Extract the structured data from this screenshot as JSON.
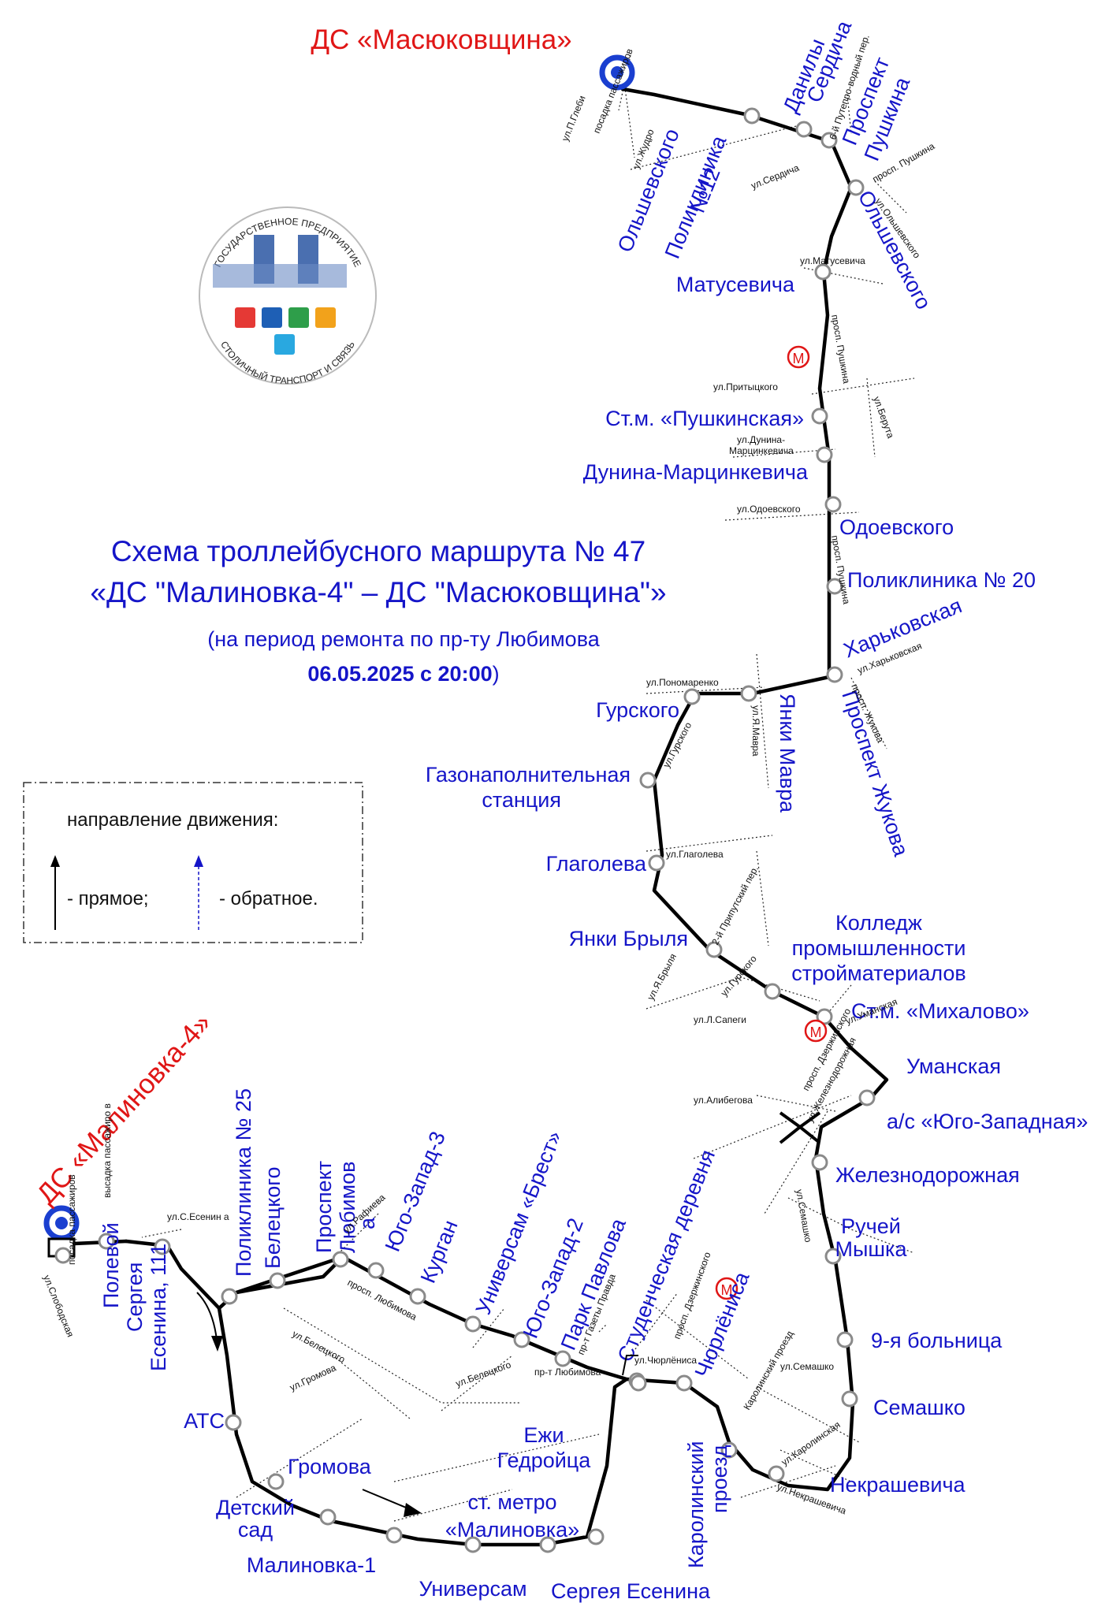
{
  "terminals": {
    "north": "ДС «Масюковщина»",
    "south": "ДС «Малиновка-4»"
  },
  "title": {
    "line1": "Схема троллейбусного маршрута № 47",
    "line2": "«ДС \"Малиновка-4\" – ДС \"Масюковщина\"»",
    "line3": "(на период ремонта по пр-ту Любимова",
    "line4_date": "06.05.2025 с 20:00",
    "line4_end": ")"
  },
  "legend": {
    "heading": "направление движения:",
    "forward": "- прямое;",
    "reverse": "- обратное."
  },
  "logo": {
    "top_text": "ГОСУДАРСТВЕННОЕ ПРЕДПРИЯТИЕ",
    "bottom_text": "СТОЛИЧНЫЙ ТРАНСПОРТ И СВЯЗЬ",
    "colors": {
      "tram": "#e53935",
      "bus": "#1e5fb5",
      "trolley": "#2e9e4a",
      "taxi": "#f2a21b",
      "metro": "#29a8e0",
      "building": "#4a6fb0"
    }
  },
  "metro_symbol": "М",
  "stops": {
    "olshevskogo_north": "Ольшевского",
    "poliklinika_12_a": "Поликлиника",
    "poliklinika_12_b": "№12",
    "danily_serdicha_a": "Данилы",
    "danily_serdicha_b": "Сердича",
    "prospekt_pushkina_a": "Проспект",
    "prospekt_pushkina_b": "Пушкина",
    "olshevskogo_east": "Ольшевского",
    "matusevicha": "Матусевича",
    "st_m_pushkinskaya": "Ст.м. «Пушкинская»",
    "dunina": "Дунина-Марцинкевича",
    "odoevskogo": "Одоевского",
    "poliklinika_20": "Поликлиника № 20",
    "kharkovskaya": "Харьковская",
    "gurskogo": "Гурского",
    "yanki_mavra": "Янки Мавра",
    "prospekt_zhukova": "Проспект Жукова",
    "gazonapoln_a": "Газонаполнительная",
    "gazonapoln_b": "станция",
    "glagoleva": "Глаголева",
    "yanki_brylya": "Янки Брыля",
    "kolledzh_a": "Колледж",
    "kolledzh_b": "промышленности",
    "kolledzh_c": "стройматериалов",
    "st_m_mikhalovo": "Ст.м. «Михалово»",
    "umanskaya": "Уманская",
    "as_yugo_zapadnaya": "а/с «Юго-Западная»",
    "zheleznodorozhnaya": "Железнодорожная",
    "ruchey_a": "Ручей",
    "ruchey_b": "Мышка",
    "bolnitsa_9": "9-я больница",
    "semashko": "Семашко",
    "nekrashevicha": "Некрашевича",
    "karolinsky_a": "Каролинский",
    "karolinsky_b": "проезд",
    "chyurlenisa": "Чюрлёниса",
    "studencheskaya": "Студенческая деревня",
    "park_pavlova": "Парк Павлова",
    "yugo_zapad_2": "Юго-Запад-2",
    "universam_brest": "Универсам «Брест»",
    "kurgan": "Курган",
    "yugo_zapad_3": "Юго-Запад-3",
    "prospekt_lyubimova_a": "Проспект",
    "prospekt_lyubimova_b": "Любимов",
    "prospekt_lyubimova_c": "а",
    "beletskogo": "Белецкого",
    "poliklinika_25": "Поликлиника № 25",
    "poleva_a": "Полевой",
    "sergeya_esenina_111_a": "Сергея",
    "sergeya_esenina_111_b": "Есенина, 111",
    "ats": "АТС",
    "gromova": "Громова",
    "detsky_a": "Детский",
    "detsky_b": "сад",
    "malinovka_1": "Малиновка-1",
    "universam": "Универсам",
    "sergeya_esenina": "Сергея Есенина",
    "st_metro_a": "ст. метро",
    "st_metro_b": "«Малиновка»",
    "ezhi_a": "Ежи",
    "ezhi_b": "Гедройца"
  },
  "streets": {
    "gleba": "ул.П.Глеби",
    "zhudro": "ул.Жудро",
    "serdicha": "ул.Сердича",
    "puteprovodny": "6-й Путепро-водный пер.",
    "pr_pushkina_1": "просп. Пушкина",
    "olshevskogo": "ул.Ольшевского",
    "matusevicha": "ул.Матусевича",
    "pr_pushkina_2": "просп. Пушкина",
    "prititskogo": "ул.Притыцкого",
    "beruta": "ул.Берута",
    "dunina_a": "ул.Дунина-",
    "dunina_b": "Марцинкевича",
    "odoevskogo": "ул.Одоевского",
    "pr_pushkina_3": "просп. Пушкина",
    "ponomarenko": "ул.Пономаренко",
    "kharkovskaya": "ул.Харьковская",
    "gurskogo_1": "ул.Гурского",
    "ya_mavra": "ул.Я.Мавра",
    "pr_zhukova": "просп. Жукова",
    "glagoleva": "ул.Глаголева",
    "pripyatsky": "2-й Припутский пер.",
    "ya_brylya": "ул.Я.Брыля",
    "gurskogo_2": "ул.Гурского",
    "l_sapegi": "ул.Л.Сапеги",
    "umanskaya": "ул.Уманская",
    "dzerzhinskogo": "просп. Дзержинского",
    "alibegova": "ул.Алибегова",
    "zheleznodorozhnaya": "ул.Железнодорожная",
    "semashko_1": "ул.Семашко",
    "semashko_2": "ул.Семашко",
    "karolinsky": "Каролинский проезд",
    "karolinskaya": "ул.Каролинская",
    "nekrashevicha": "ул.Некрашевича",
    "chyurlenisa": "ул.Чюрлёниса",
    "dzerzhinskogo_2": "просп. Дзержинского",
    "gazety_pravda": "пр-т Газеты Правда",
    "lyubimova_1": "пр-т Любимова",
    "lyubimova_2": "просп. Любимова",
    "beletskogo_1": "ул.Белецкого",
    "beletskogo_2": "ул.Белецкого",
    "gromova": "ул.Громова",
    "rafieva": "ул.Рафиева",
    "esenina": "ул.С.Есенин а",
    "slobodskaya": "ул.Слободская",
    "vysadka": "высадка пассажиро в",
    "posadka_south": "посадка пассажиров",
    "posadka_north": "посадка пассажиров"
  }
}
